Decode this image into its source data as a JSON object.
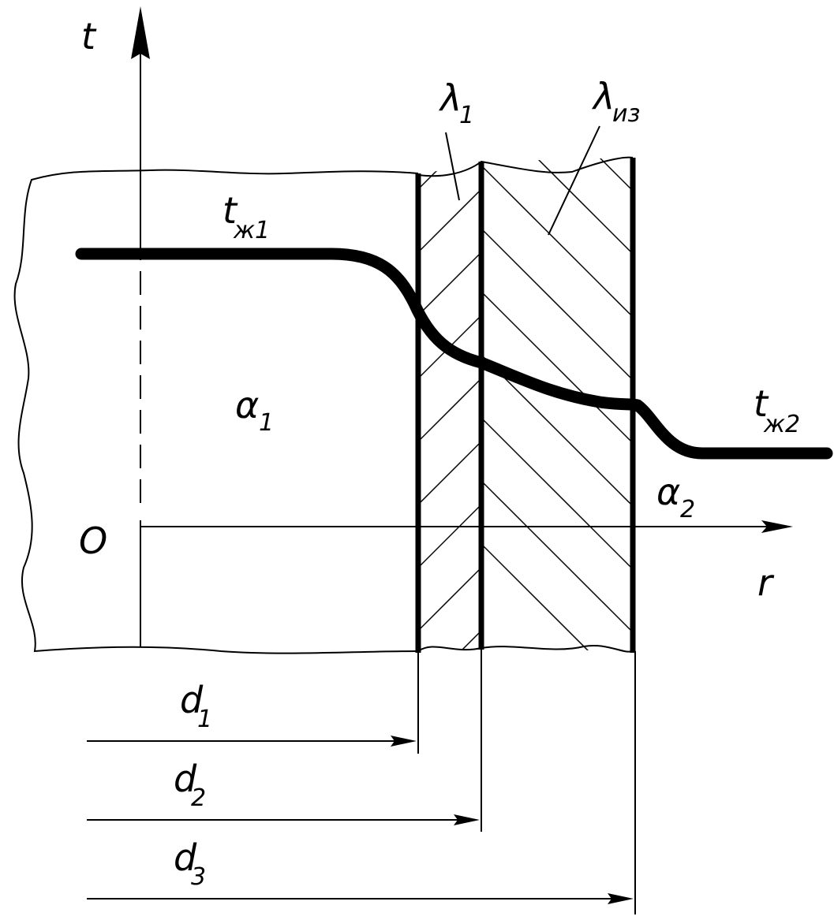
{
  "axes": {
    "vertical": "t",
    "horizontal": "r",
    "origin": "O"
  },
  "labels": {
    "fluid_temp_inner": {
      "base": "t",
      "sub": "ж1"
    },
    "fluid_temp_outer": {
      "base": "t",
      "sub": "ж2"
    },
    "heat_transfer_inner": {
      "base": "α",
      "sub": "1"
    },
    "heat_transfer_outer": {
      "base": "α",
      "sub": "2"
    },
    "wall_conductivity": {
      "base": "λ",
      "sub": "1"
    },
    "insulation_conductivity": {
      "base": "λ",
      "sub": "из"
    }
  },
  "dimensions": [
    {
      "base": "d",
      "sub": "1"
    },
    {
      "base": "d",
      "sub": "2"
    },
    {
      "base": "d",
      "sub": "3"
    }
  ],
  "colors": {
    "line": "#000000",
    "background": "#ffffff"
  }
}
